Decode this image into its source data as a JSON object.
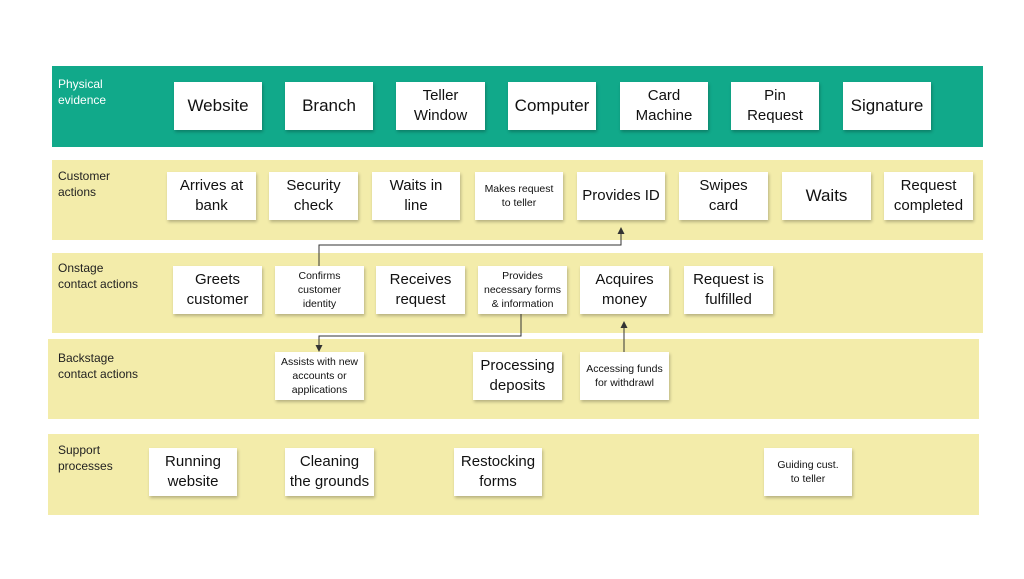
{
  "lanes": {
    "physical": {
      "label": "Physical\nevidence",
      "notes": [
        "Website",
        "Branch",
        "Teller\nWindow",
        "Computer",
        "Card\nMachine",
        "Pin\nRequest",
        "Signature"
      ]
    },
    "customer": {
      "label": "Customer\nactions",
      "notes": [
        "Arrives at\nbank",
        "Security\ncheck",
        "Waits in\nline",
        "Makes request\nto teller",
        "Provides ID",
        "Swipes\ncard",
        "Waits",
        "Request\ncompleted"
      ]
    },
    "onstage": {
      "label": "Onstage\ncontact actions",
      "notes": [
        "Greets\ncustomer",
        "Confirms\ncustomer\nidentity",
        "Receives\nrequest",
        "Provides\nnecessary forms\n& information",
        "Acquires\nmoney",
        "Request is\nfulfilled"
      ]
    },
    "backstage": {
      "label": "Backstage\ncontact actions",
      "notes": [
        "Assists with new\naccounts or\napplications",
        "Processing\ndeposits",
        "Accessing funds\nfor withdrawl"
      ]
    },
    "support": {
      "label": "Support\nprocesses",
      "notes": [
        "Running\nwebsite",
        "Cleaning\nthe grounds",
        "Restocking\nforms",
        "Guiding cust.\nto teller"
      ]
    }
  },
  "colors": {
    "physical_lane": "#11a98a",
    "other_lanes": "#f3ecaa",
    "note": "#ffffff",
    "arrow": "#333333"
  }
}
